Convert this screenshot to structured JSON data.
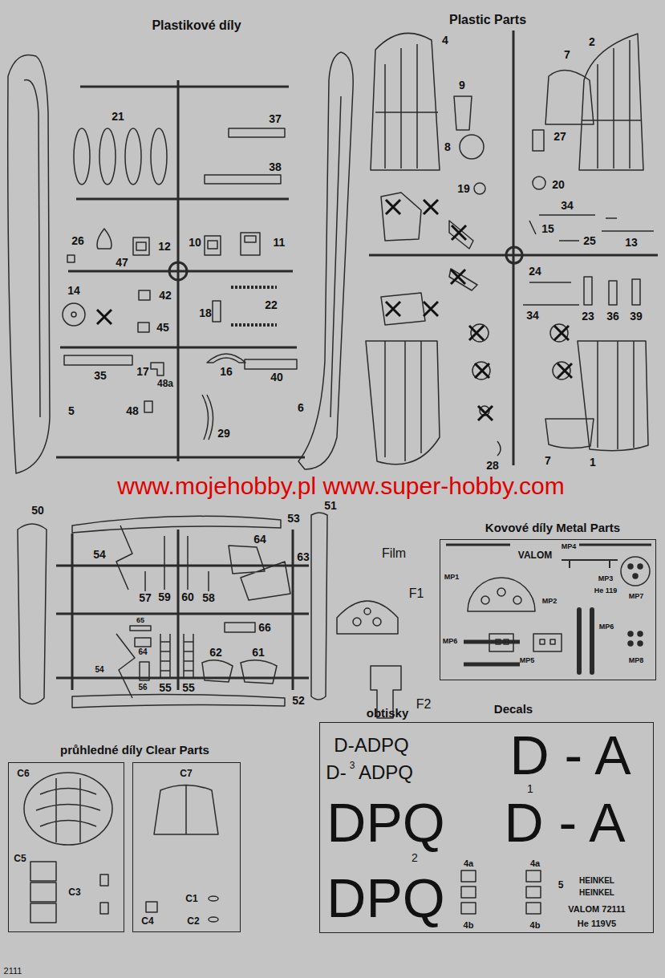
{
  "diagram": {
    "nodes": [
      {
        "text": [
          "MP4",
          "VALOM",
          "MP1",
          "MP3",
          "He 119",
          "MP7",
          "MP2",
          "MP6",
          "MP6",
          "MP5",
          "MP8"
        ]
      },
      {
        "text": [
          "D-ADPQ",
          "D-",
          "3",
          "ADPQ",
          "D - A",
          "1",
          "DPQ",
          "D - A",
          "2",
          "DPQ",
          "4a",
          "4a",
          "5",
          "HEINKEL",
          "HEINKEL",
          "VALOM 72111",
          "4b",
          "4b",
          "He 119V5"
        ]
      },
      {
        "text": [
          "C6",
          "C5",
          "C3"
        ]
      },
      {
        "text": [
          "C7",
          "C1",
          "C4",
          "C2"
        ]
      }
    ],
    "labels": [
      "Plastikové díly",
      "Plastic Parts",
      "21",
      "37",
      "38",
      "26",
      "12",
      "10",
      "11",
      "47",
      "14",
      "42",
      "45",
      "18",
      "22",
      "35",
      "17",
      "48a",
      "16",
      "40",
      "5",
      "48",
      "29",
      "6",
      "4",
      "2",
      "7",
      "9",
      "8",
      "27",
      "19",
      "20",
      "34",
      "15",
      "25",
      "13",
      "24",
      "34",
      "23",
      "36",
      "39",
      "28",
      "7",
      "1",
      "www.mojehobby.pl www.super-hobby.com",
      "50",
      "53",
      "51",
      "54",
      "64",
      "63",
      "57",
      "59",
      "60",
      "58",
      "65",
      "66",
      "64",
      "62",
      "61",
      "54",
      "56",
      "55",
      "55",
      "52",
      "Film",
      "F1",
      "F2",
      "Kovové díly Metal Parts",
      "obtisky",
      "Decals",
      "průhledné díly Clear Parts",
      "2111"
    ]
  }
}
